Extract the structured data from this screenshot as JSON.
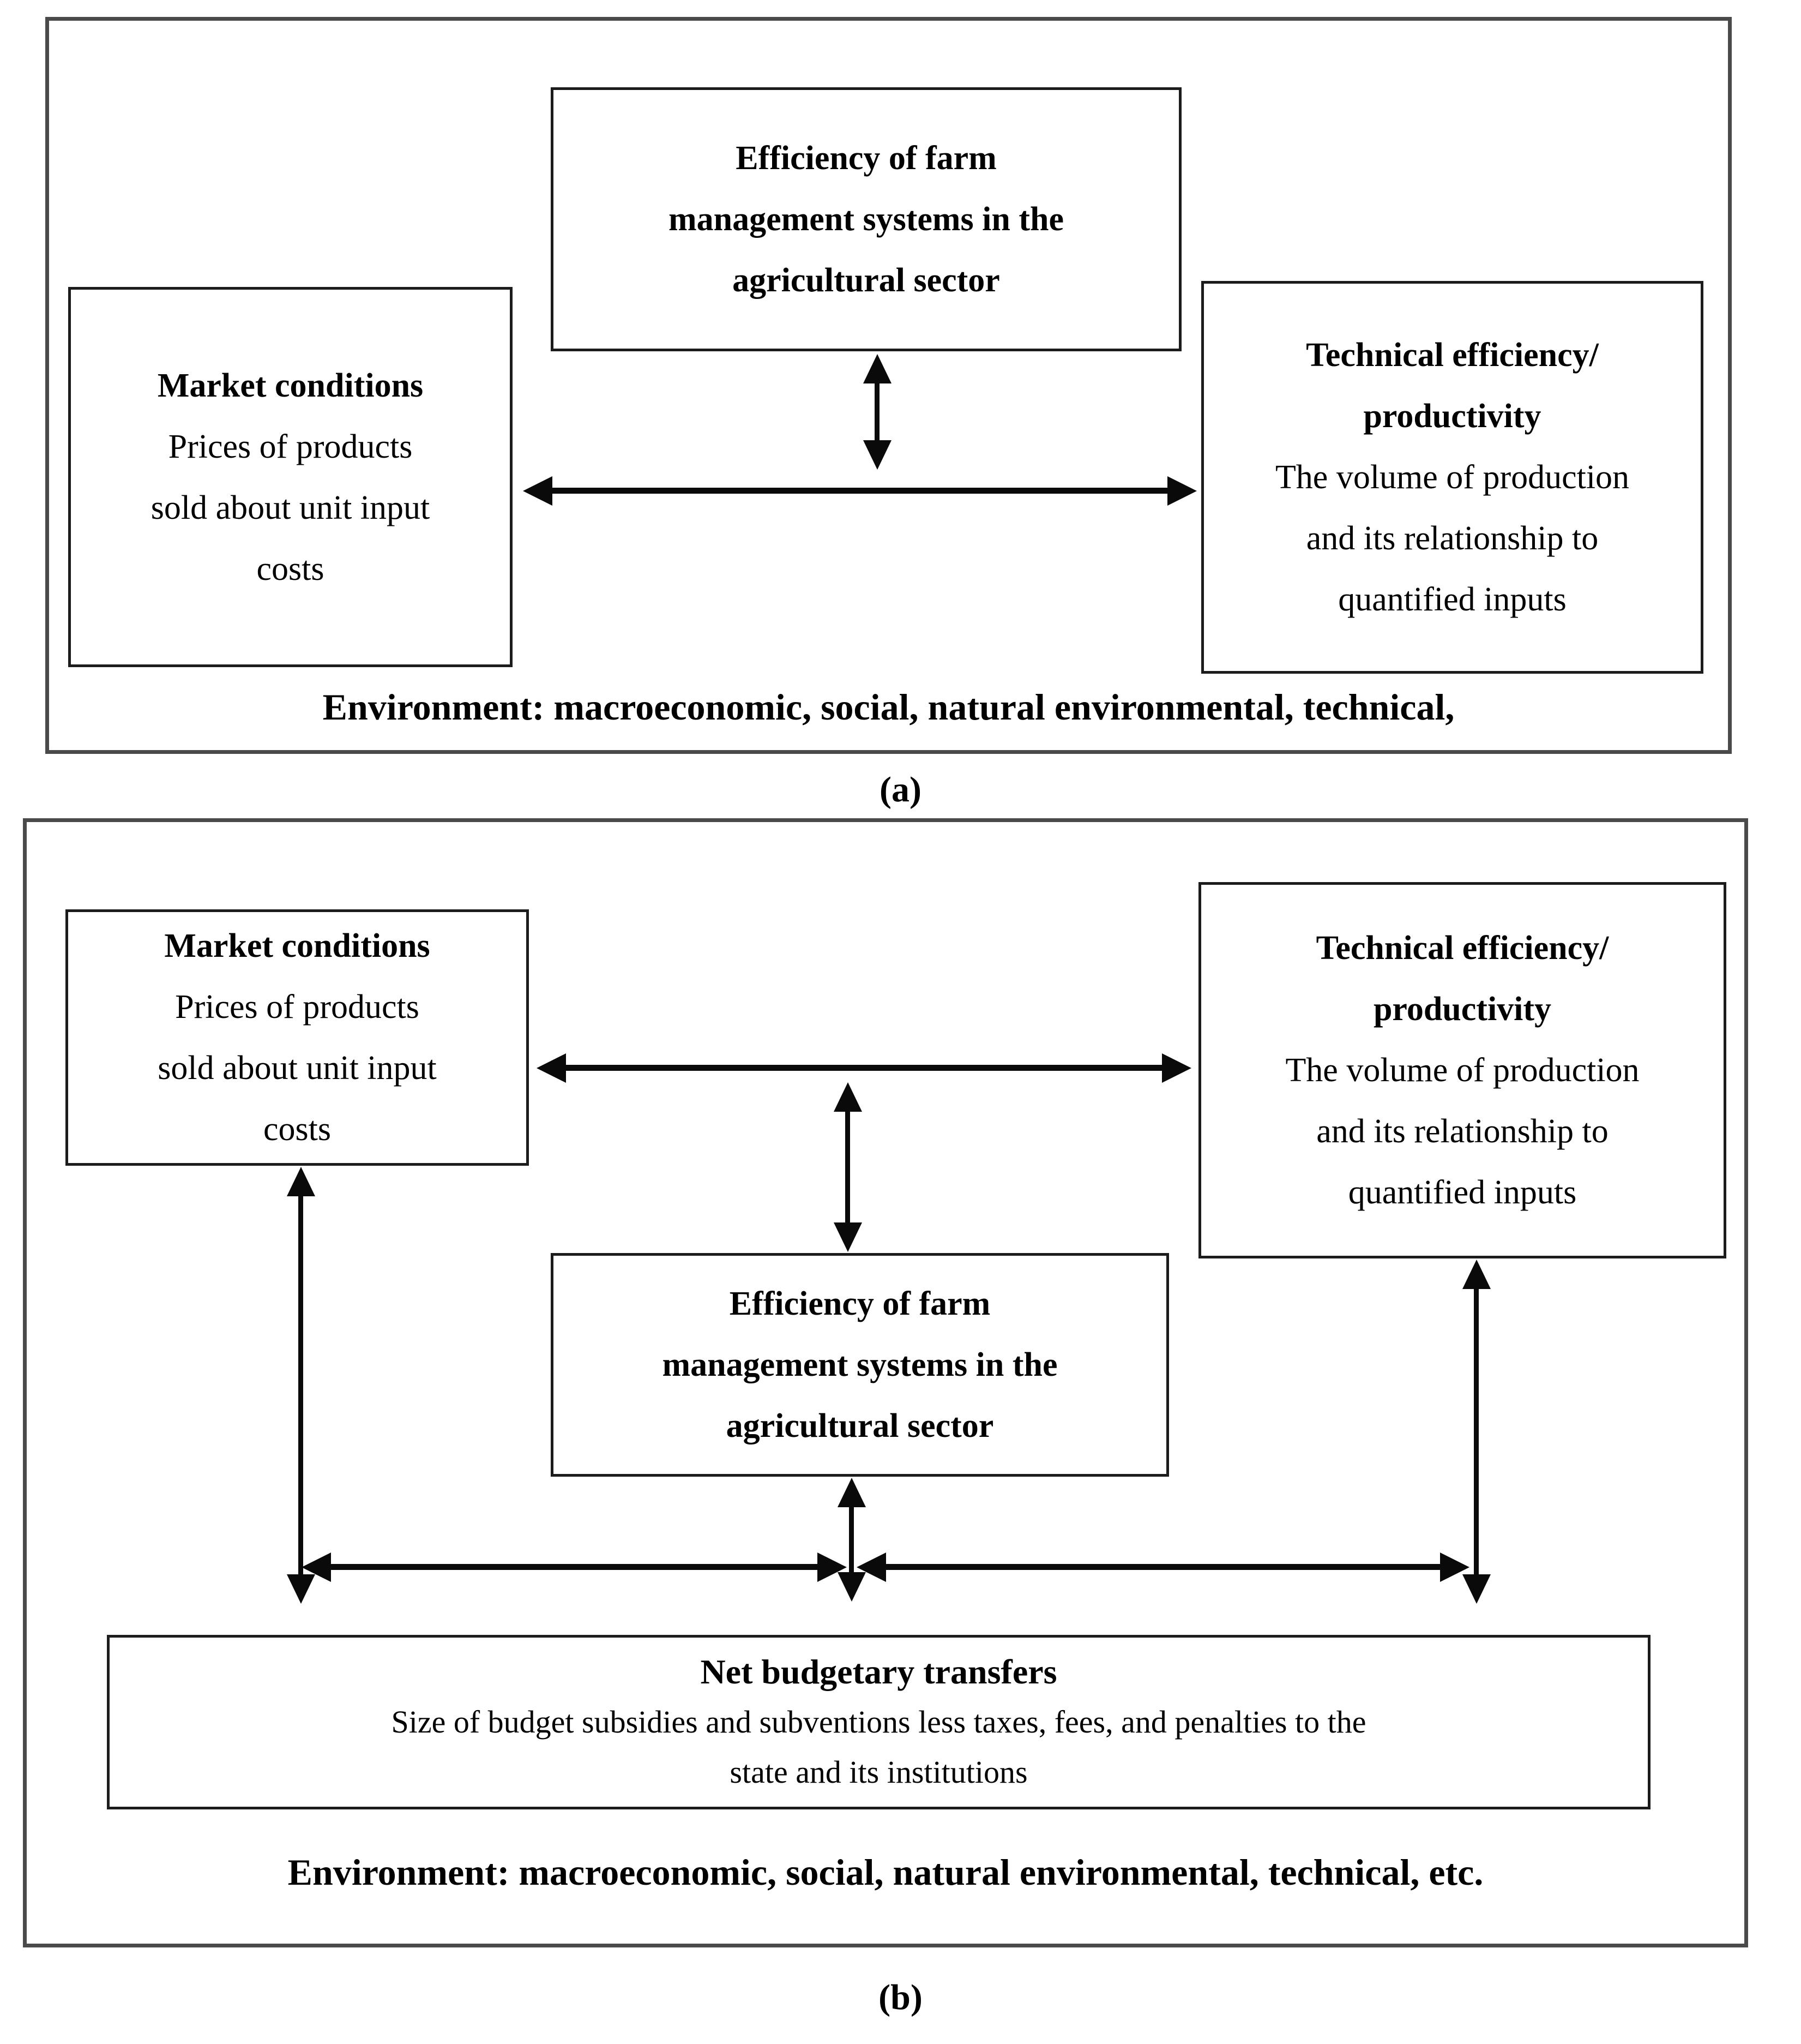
{
  "figure": {
    "panel_a": {
      "label": "(a)",
      "top_box": {
        "lines": [
          "Efficiency of farm",
          "management systems in the",
          "agricultural sector"
        ]
      },
      "left_box": {
        "title": "Market conditions",
        "body_lines": [
          "Prices of products",
          "sold about unit input",
          "costs"
        ]
      },
      "right_box": {
        "title_lines": [
          "Technical efficiency/",
          "productivity"
        ],
        "body_lines": [
          "The volume of production",
          "and its relationship to",
          "quantified inputs"
        ]
      },
      "environment": "Environment: macroeconomic, social, natural environmental, technical,"
    },
    "panel_b": {
      "label": "(b)",
      "left_box": {
        "title": "Market conditions",
        "body_lines": [
          "Prices of products",
          "sold about unit input",
          "costs"
        ]
      },
      "right_box": {
        "title_lines": [
          "Technical efficiency/",
          "productivity"
        ],
        "body_lines": [
          "The volume of production",
          "and its relationship to",
          "quantified inputs"
        ]
      },
      "center_box": {
        "lines": [
          "Efficiency of farm",
          "management systems in the",
          "agricultural sector"
        ]
      },
      "net_box": {
        "title": "Net budgetary transfers",
        "body_lines": [
          "Size of budget subsidies and subventions less taxes, fees, and penalties to the",
          "state and its institutions"
        ]
      },
      "environment": "Environment: macroeconomic, social, natural environmental, technical, etc."
    },
    "colors": {
      "text": "#000000",
      "line": "#0a0a0a",
      "box_border": "#1c1c1c",
      "panel_border": "#4a4a4a",
      "background": "#ffffff"
    }
  }
}
